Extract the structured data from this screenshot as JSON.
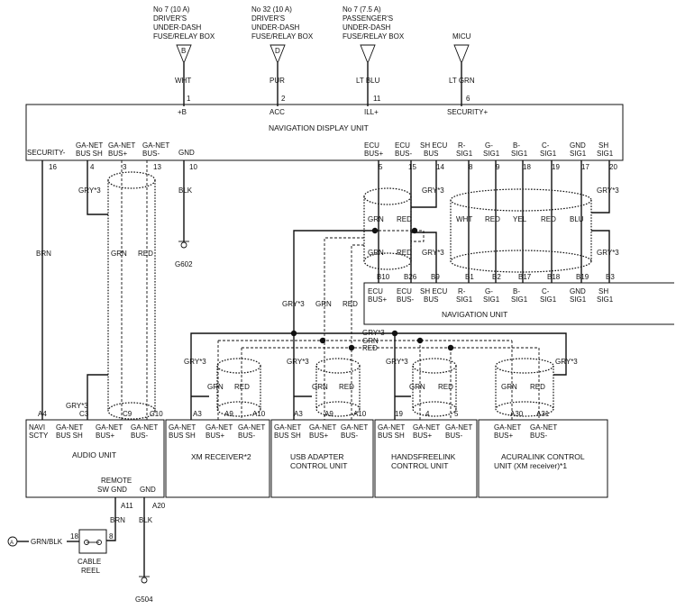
{
  "fuses": [
    {
      "line1": "No 7 (10 A)",
      "line2": "DRIVER'S",
      "line3": "UNDER-DASH",
      "line4": "FUSE/RELAY BOX",
      "letter": "B",
      "wire": "WHT",
      "pin": "1",
      "terminal": "+B"
    },
    {
      "line1": "No 32 (10 A)",
      "line2": "DRIVER'S",
      "line3": "UNDER-DASH",
      "line4": "FUSE/RELAY BOX",
      "letter": "D",
      "wire": "PUR",
      "pin": "2",
      "terminal": "ACC"
    },
    {
      "line1": "No 7 (7.5 A)",
      "line2": "PASSENGER'S",
      "line3": "UNDER-DASH",
      "line4": "FUSE/RELAY BOX",
      "letter": "",
      "wire": "LT BLU",
      "pin": "11",
      "terminal": "ILL+"
    },
    {
      "line1": "MICU",
      "line2": "",
      "line3": "",
      "line4": "",
      "letter": "",
      "wire": "LT GRN",
      "pin": "6",
      "terminal": "SECURITY+"
    }
  ],
  "nav_display": {
    "title": "NAVIGATION DISPLAY UNIT",
    "terminals": [
      {
        "l1": "SECURITY-",
        "l2": "",
        "pin": "16"
      },
      {
        "l1": "GA-NET",
        "l2": "BUS SH",
        "pin": "4"
      },
      {
        "l1": "GA-NET",
        "l2": "BUS+",
        "pin": "3"
      },
      {
        "l1": "GA-NET",
        "l2": "BUS-",
        "pin": "13"
      },
      {
        "l1": "GND",
        "l2": "",
        "pin": "10"
      },
      {
        "l1": "ECU",
        "l2": "BUS+",
        "pin": "5"
      },
      {
        "l1": "ECU",
        "l2": "BUS-",
        "pin": "15"
      },
      {
        "l1": "SH ECU",
        "l2": "BUS",
        "pin": "14"
      },
      {
        "l1": "R-",
        "l2": "SIG1",
        "pin": "8"
      },
      {
        "l1": "G-",
        "l2": "SIG1",
        "pin": "9"
      },
      {
        "l1": "B-",
        "l2": "SIG1",
        "pin": "18"
      },
      {
        "l1": "C-",
        "l2": "SIG1",
        "pin": "19"
      },
      {
        "l1": "GND",
        "l2": "SIG1",
        "pin": "17"
      },
      {
        "l1": "SH",
        "l2": "SIG1",
        "pin": "20"
      }
    ]
  },
  "nav_unit": {
    "title": "NAVIGATION UNIT",
    "terminals": [
      {
        "l1": "ECU",
        "l2": "BUS+",
        "pin": "B10"
      },
      {
        "l1": "ECU",
        "l2": "BUS-",
        "pin": "B26"
      },
      {
        "l1": "SH ECU",
        "l2": "BUS",
        "pin": "B9"
      },
      {
        "l1": "R-",
        "l2": "SIG1",
        "pin": "B1"
      },
      {
        "l1": "G-",
        "l2": "SIG1",
        "pin": "B2"
      },
      {
        "l1": "B-",
        "l2": "SIG1",
        "pin": "B17"
      },
      {
        "l1": "C-",
        "l2": "SIG1",
        "pin": "B18"
      },
      {
        "l1": "GND",
        "l2": "SIG1",
        "pin": "B19"
      },
      {
        "l1": "SH",
        "l2": "SIG1",
        "pin": "B3"
      }
    ]
  },
  "wires": {
    "brn": "BRN",
    "blk": "BLK",
    "grn": "GRN",
    "red": "RED",
    "wht": "WHT",
    "yel": "YEL",
    "blu": "BLU",
    "gry3": "GRY*3",
    "grnblk": "GRN/BLK"
  },
  "grounds": {
    "g602": "G602",
    "g504": "G504"
  },
  "bottom_units": [
    {
      "name1": "AUDIO UNIT",
      "name2": "",
      "pins": [
        "C3",
        "C9",
        "C10"
      ]
    },
    {
      "name1": "XM RECEIVER*2",
      "name2": "",
      "pins": [
        "A3",
        "A9",
        "A10"
      ]
    },
    {
      "name1": "USB ADAPTER",
      "name2": "CONTROL UNIT",
      "pins": [
        "A3",
        "A9",
        "A10"
      ]
    },
    {
      "name1": "HANDSFREELINK",
      "name2": "CONTROL UNIT",
      "pins": [
        "19",
        "4",
        "5"
      ]
    },
    {
      "name1": "ACURALINK CONTROL",
      "name2": "UNIT (XM receiver)*1",
      "pins": [
        "A30",
        "A31"
      ]
    }
  ],
  "bus_labels": {
    "sh1": "GA-NET",
    "sh2": "BUS SH",
    "p1": "GA-NET",
    "p2": "BUS+",
    "m1": "GA-NET",
    "m2": "BUS-"
  },
  "audio": {
    "navi1": "NAVI",
    "navi2": "SCTY",
    "navi_pin": "A4",
    "remote1": "REMOTE",
    "remote2": "SW GND",
    "remote_pin": "A11",
    "gnd": "GND",
    "gnd_pin": "A20"
  },
  "cable_reel": {
    "l1": "CABLE",
    "l2": "REEL",
    "pin_left": "18",
    "pin_right": "8",
    "connector": "A"
  }
}
